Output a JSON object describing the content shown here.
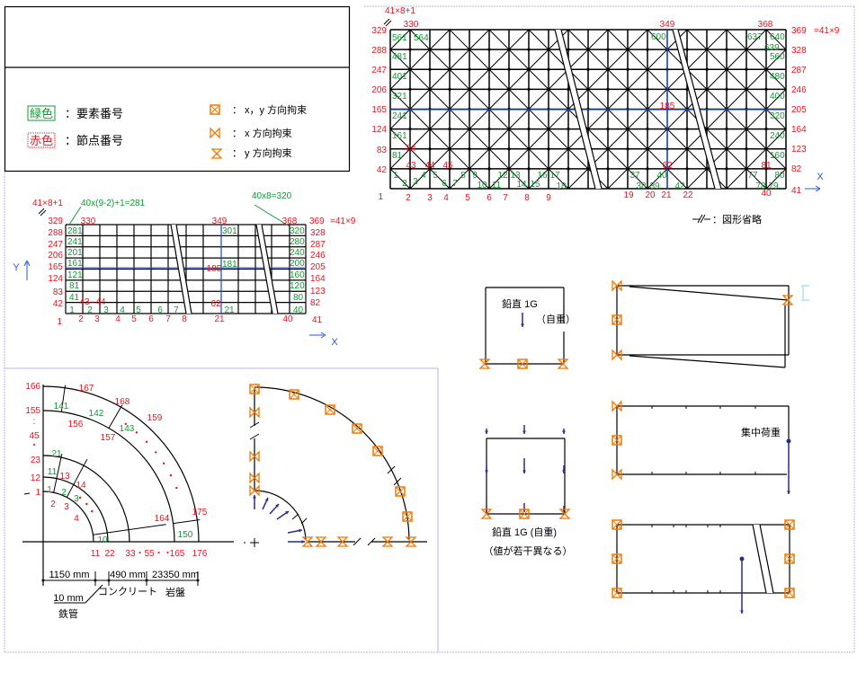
{
  "colors": {
    "node": "#e8141e",
    "element": "#119933",
    "axis": "#2255ee",
    "support": "#f07800",
    "load": "#2b2b8c",
    "dimension": "#88ccee"
  },
  "legend": {
    "green_tag": "緑色",
    "green_desc": "：要素番号",
    "red_tag": "赤色",
    "red_desc": "：節点番号",
    "xy_fix": "： x，y 方向拘束",
    "x_fix": "： x 方向拘束",
    "y_fix": "： y 方向拘束"
  },
  "mesh_top": {
    "formula": "41×8+1",
    "top_nodes": [
      "330",
      "349",
      "368"
    ],
    "right_formula": "=41×9",
    "left_nodes": [
      "329",
      "288",
      "247",
      "206",
      "165",
      "124",
      "83",
      "42",
      "1"
    ],
    "right_nodes": [
      "369",
      "328",
      "287",
      "246",
      "205",
      "164",
      "123",
      "82",
      "41"
    ],
    "bottom_nodes": [
      "2",
      "3",
      "4",
      "5",
      "6",
      "7",
      "8",
      "9",
      "19",
      "20",
      "21",
      "22",
      "40"
    ],
    "inner_nodes": [
      "84",
      "43",
      "44",
      "45",
      "185",
      "62",
      "81"
    ],
    "elements_left": [
      "561",
      "564",
      "481",
      "401",
      "321",
      "241",
      "161",
      "81"
    ],
    "elements_right": [
      "600",
      "637",
      "640",
      "639",
      "560",
      "480",
      "400",
      "320",
      "240",
      "160"
    ],
    "elements_bottom": [
      "1",
      "2",
      "3",
      "4",
      "5",
      "6",
      "7",
      "8",
      "9",
      "10",
      "11",
      "12",
      "13",
      "14",
      "15",
      "16",
      "17",
      "18",
      "37",
      "38",
      "39",
      "40",
      "42",
      "77",
      "78",
      "79",
      "80"
    ],
    "axis_x": "X",
    "omit_note": "：図形省略"
  },
  "mesh_mid": {
    "formula_nodes": "41×8+1",
    "formula_left": "40x(9-2)+1=281",
    "formula_right": "40x8=320",
    "top_nodes": [
      "330",
      "349",
      "368",
      "369"
    ],
    "right_formula": "=41×9",
    "left_nodes": [
      "329",
      "288",
      "247",
      "206",
      "165",
      "124",
      "83",
      "42",
      "1"
    ],
    "right_nodes": [
      "328",
      "287",
      "246",
      "205",
      "164",
      "123",
      "82",
      "41"
    ],
    "elements_left": [
      "281",
      "241",
      "201",
      "161",
      "121",
      "81",
      "41",
      "1"
    ],
    "elements_right": [
      "320",
      "280",
      "240",
      "200",
      "160",
      "120",
      "80",
      "40"
    ],
    "elements_mid": [
      "301",
      "181",
      "21",
      "2",
      "3",
      "4",
      "5",
      "6",
      "7"
    ],
    "inner_nodes": [
      "185",
      "62",
      "43",
      "44"
    ],
    "inner_dash": "-",
    "bottom_nodes": [
      "2",
      "3",
      "4",
      "5",
      "6",
      "7",
      "8",
      "21",
      "40"
    ],
    "axis_y": "Y",
    "axis_x": "X"
  },
  "quarter": {
    "left_nodes": [
      "166",
      "155",
      ":",
      "45",
      "・",
      "23",
      "12",
      "1"
    ],
    "nodes": [
      "167",
      "168",
      "159",
      "156",
      "157",
      "13",
      "14",
      "2",
      "3",
      "4",
      "164",
      "175"
    ],
    "elements": [
      "141",
      "142",
      "143",
      "21",
      "11",
      "1",
      "2",
      "3",
      "10",
      "150"
    ],
    "bottom_nodes": [
      "11",
      "22",
      "33・",
      "55・・",
      "165",
      "176"
    ],
    "dims": [
      "1150 mm",
      "490 mm",
      "23350 mm"
    ],
    "materials": [
      "コンクリート",
      "岩盤"
    ],
    "pipe_thickness": "10 mm",
    "pipe_label": "鉄管"
  },
  "loads": {
    "box1_title": "鉛直 1G",
    "box1_sub": "（自重）",
    "box2_title": "鉛直 1G (自重)",
    "box2_sub": "（値が若干異なる）",
    "concentrated": "集中荷重"
  }
}
